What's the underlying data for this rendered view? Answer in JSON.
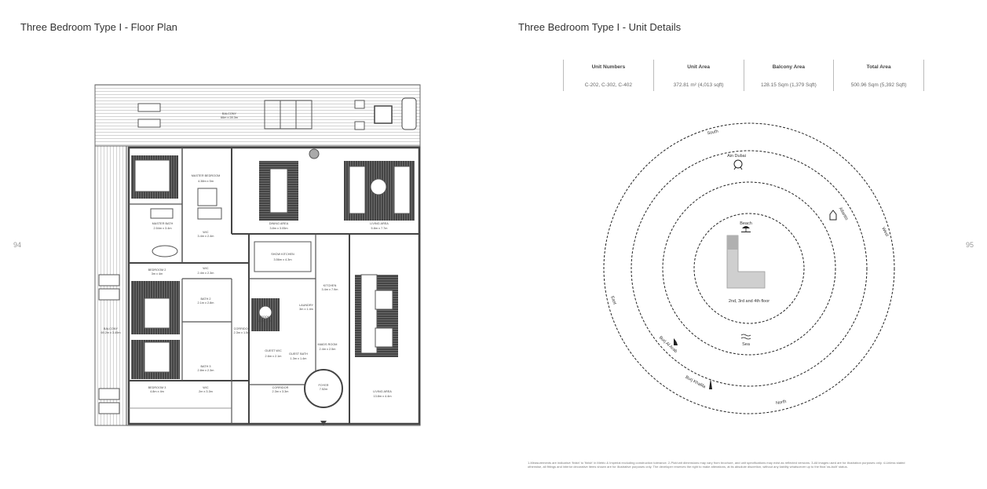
{
  "left_page": {
    "title": "Three Bedroom Type I - Floor Plan",
    "page_number": "94",
    "rooms": {
      "balcony_top": "BALCONY",
      "balcony_top_size": "66m x 28.3m",
      "balcony_left": "BALCONY",
      "balcony_left_size": "69.2m x 3.49m",
      "master_bedroom": "MASTER BEDROOM",
      "master_bedroom_size": "4.38m x 5m",
      "master_bath": "MASTER BATH",
      "master_bath_size": "2.54m x 3.4m",
      "wic1": "W/C",
      "wic1_size": "3.4m x 2.4m",
      "dining": "DINING AREA",
      "dining_size": "3.8m x 3.05m",
      "living1": "LIVING AREA",
      "living1_size": "5.8m x 7.7m",
      "show_kitchen": "SHOW KITCHEN",
      "show_kitchen_size": "3.56m x 4.3m",
      "bedroom2": "BEDROOM 2",
      "bedroom2_size": "3m x 4m",
      "wic2": "W/C",
      "wic2_size": "2.4m x 2.3m",
      "bath2": "BATH 2",
      "bath2_size": "2.1m x 2.8m",
      "kitchen": "KITCHEN",
      "kitchen_size": "3.4m x 7.9m",
      "laundry": "LAUNDRY",
      "laundry_size": "3m x 1.4m",
      "corridor1": "CORRIDOR",
      "corridor1_size": "2.3m x 1.5m",
      "bath3": "BATH 3",
      "bath3_size": "2.8m x 2.3m",
      "guest_wc": "GUEST W/C",
      "guest_wc_size": "2.6m x 2.1m",
      "guest_bath": "GUEST BATH",
      "guest_bath_size": "1.3m x 1.4m",
      "maids_room": "MAIDS ROOM",
      "maids_room_size": "2.4m x 2.5m",
      "bedroom3": "BEDROOM 3",
      "bedroom3_size": "4.8m x 4m",
      "wic3": "W/C",
      "wic3_size": "2m x 3.3m",
      "corridor2": "CORRIDOR",
      "corridor2_size": "2.3m x 3.3m",
      "foyer": "FOYER",
      "foyer_size": "7.52m",
      "living2": "LIVING AREA",
      "living2_size": "13.8m x 4.4m",
      "small_room": "ROOM",
      "small_room_size": "2.3m x 2m"
    }
  },
  "right_page": {
    "title": "Three Bedroom Type I - Unit Details",
    "page_number": "95",
    "table": {
      "headers": [
        "Unit Numbers",
        "Unit Area",
        "Balcony Area",
        "Total Area"
      ],
      "values": [
        "C-202, C-302, C-402",
        "372.81 m² (4,013 sqft)",
        "128.15 Sqm (1,379 Sqft)",
        "500.96 Sqm (5,392 Sqft)"
      ]
    },
    "orientation": {
      "floors": "2nd, 3rd and 4th floor",
      "south": "South",
      "west": "West",
      "north": "North",
      "east": "East",
      "ain_dubai": "Ain Dubai",
      "atlantis": "Atlantis",
      "beach": "Beach",
      "sea": "Sea",
      "burj_al_arab": "Burj Al Arab",
      "burj_khalifa": "Burj Khalifa"
    },
    "disclaimer": "1-Measurements are indicative 'finish' to 'finish' in Metric & Imperial excluding construction tolerance. 2-Plot/unit dimensions may vary from brochure, and unit specifications may exist as reflected versions. 3-All images used are for illustration purposes only. 4-Unless stated otherwise, all fittings and interior decorative items shown are for illustrative purposes only. The developer reserves the right to make alterations, at its absolute discretion, without any liability whatsoever up to the final 'as-built' status."
  },
  "colors": {
    "wall": "#555555",
    "line": "#777777",
    "rug": "#4a4a4a",
    "building": "#cfcfcf"
  },
  "icons": [
    "ferris-wheel-icon",
    "atlantis-icon",
    "beach-umbrella-icon",
    "waves-icon",
    "sail-hotel-icon",
    "tower-icon"
  ]
}
